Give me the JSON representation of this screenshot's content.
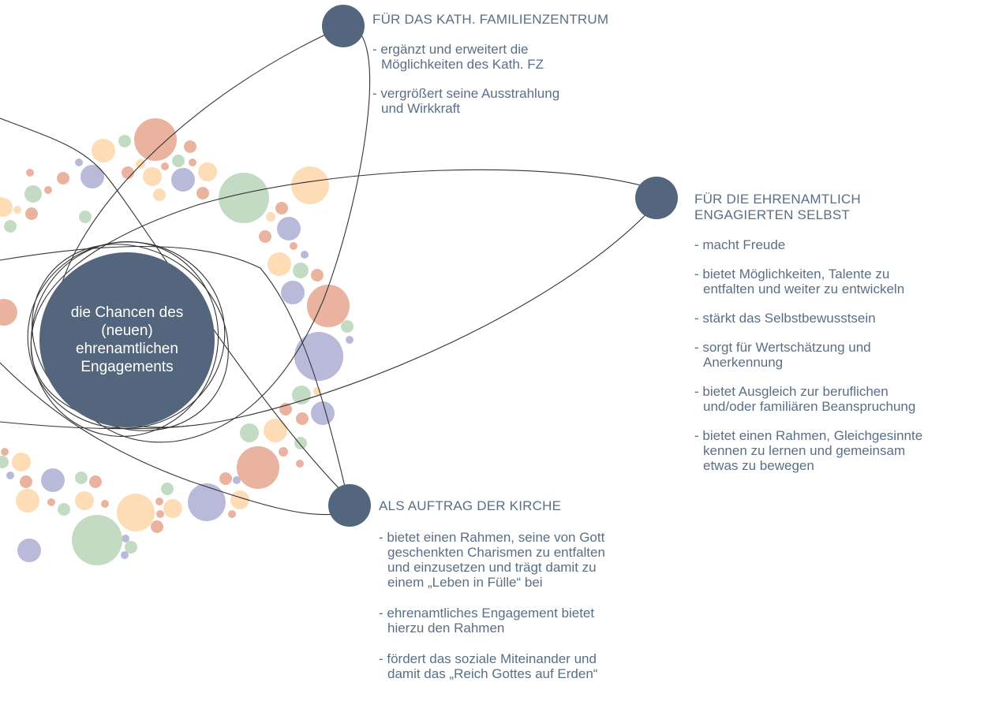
{
  "center": {
    "line1": "die Chancen des",
    "line2": "(neuen)",
    "line3": "ehrenamtlichen",
    "line4": "Engagements"
  },
  "colors": {
    "node": "#54667d",
    "text": "#5a6f86",
    "bubble_orange": "#e9b3a0",
    "bubble_peach": "#fddcb6",
    "bubble_green": "#c3dbc3",
    "bubble_purple": "#b9b9da"
  },
  "sections": {
    "familienzentrum": {
      "heading": "FÜR DAS KATH. FAMILIENZENTRUM",
      "items": [
        "- ergänzt und erweitert die\nMöglichkeiten des Kath. FZ",
        "- vergrößert seine Ausstrahlung\nund Wirkkraft"
      ]
    },
    "ehrenamtlich": {
      "heading_line1": "FÜR DIE EHRENAMTLICH",
      "heading_line2": "ENGAGIERTEN SELBST",
      "items": [
        "- macht Freude",
        "- bietet Möglichkeiten, Talente zu\nentfalten und weiter zu entwickeln",
        "- stärkt das Selbstbewusstsein",
        "- sorgt für Wertschätzung und\nAnerkennung",
        "- bietet Ausgleich zur beruflichen\nund/oder familiären Beanspruchung",
        "- bietet einen Rahmen, Gleichgesinnte\nkennen zu lernen und gemeinsam\netwas zu bewegen"
      ]
    },
    "kirche": {
      "heading": "ALS AUFTRAG DER KIRCHE",
      "items": [
        "- bietet einen Rahmen, seine von Gott\ngeschenkten Charismen zu entfalten\nund einzusetzen und trägt damit zu\neinem „Leben in Fülle“ bei",
        "- ehrenamtliches Engagement bietet\nhierzu den Rahmen",
        "- fördert das soziale Miteinander und\ndamit das „Reich Gottes auf Erden“"
      ]
    }
  }
}
